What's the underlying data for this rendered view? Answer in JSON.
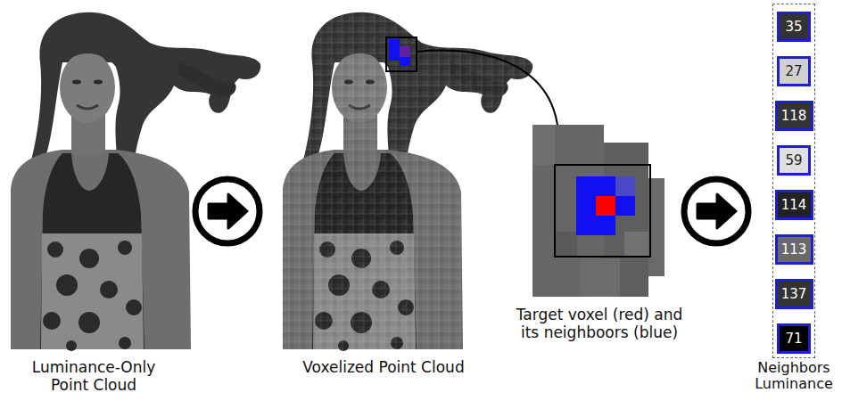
{
  "diagram": {
    "nodes": [
      {
        "text": [
          "Neighbors Luminance"
        ]
      },
      {
        "text": [
          "35"
        ],
        "in": 0
      },
      {
        "text": [
          "27"
        ],
        "in": 0
      },
      {
        "text": [
          "118"
        ],
        "in": 0
      },
      {
        "text": [
          "59"
        ],
        "in": 0
      },
      {
        "text": [
          "114"
        ],
        "in": 0
      },
      {
        "text": [
          "113"
        ],
        "in": 0
      },
      {
        "text": [
          "137"
        ],
        "in": 0
      },
      {
        "text": [
          "71"
        ],
        "in": 0
      }
    ],
    "labels": [
      "Luminance-Only Point Cloud",
      "Voxelized Point Cloud",
      "Target voxel (red) and its neighboors (blue)"
    ]
  }
}
